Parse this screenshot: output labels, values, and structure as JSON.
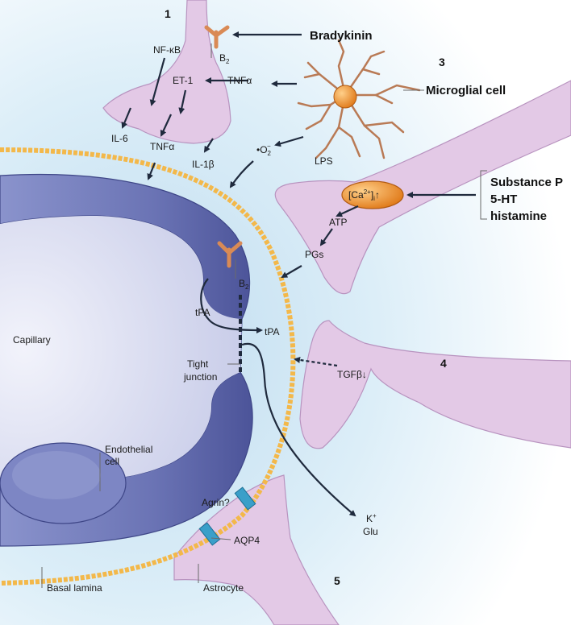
{
  "numbers": {
    "n1": "1",
    "n3": "3",
    "n4": "4",
    "n5": "5"
  },
  "stimuli": {
    "bradykinin": "Bradykinin",
    "microglia": "Microglial cell",
    "substance_p": "Substance P",
    "five_ht": "5-HT",
    "histamine": "histamine"
  },
  "neuron1": {
    "nfkb": "NF-κB",
    "b2": "B",
    "b2_sub": "2",
    "et1": "ET-1",
    "tnf_in": "TNFα",
    "il6": "IL-6",
    "tnf_out": "TNFα",
    "il1b": "IL-1β"
  },
  "microglia_products": {
    "superoxide": "•O",
    "superoxide_sub": "2",
    "superoxide_sup": "−",
    "lps": "LPS"
  },
  "neuron3": {
    "ca": "[Ca",
    "ca_sup": "2+",
    "ca_close": "]",
    "ca_sub": "i",
    "ca_arrow": "↑",
    "atp": "ATP",
    "pgs": "PGs"
  },
  "endothelium": {
    "b2": "B",
    "b2_sub": "2",
    "tpa_in": "tPA",
    "tpa_out": "tPA",
    "tight_1": "Tight",
    "tight_2": "junction",
    "capillary": "Capillary",
    "endo_1": "Endothelial",
    "endo_2": "cell",
    "basal": "Basal lamina"
  },
  "neuron4": {
    "tgf": "TGFβ↓"
  },
  "astrocyte": {
    "k": "K",
    "k_sup": "+",
    "glu": "Glu",
    "agrin": "Agrin?",
    "aqp4": "AQP4",
    "label": "Astrocyte"
  },
  "colors": {
    "background": "#dceef8",
    "cell": "#e3c9e6",
    "cell_edge": "#b893bf",
    "endothelium": "#5f68aa",
    "basal_lamina": "#f3b84a",
    "receptor": "#e8a77a",
    "microglia_body": "#f08a2a",
    "microglia_process": "#b97a55",
    "aqp4": "#3a9fc9",
    "arrow": "#1f2a3d"
  }
}
